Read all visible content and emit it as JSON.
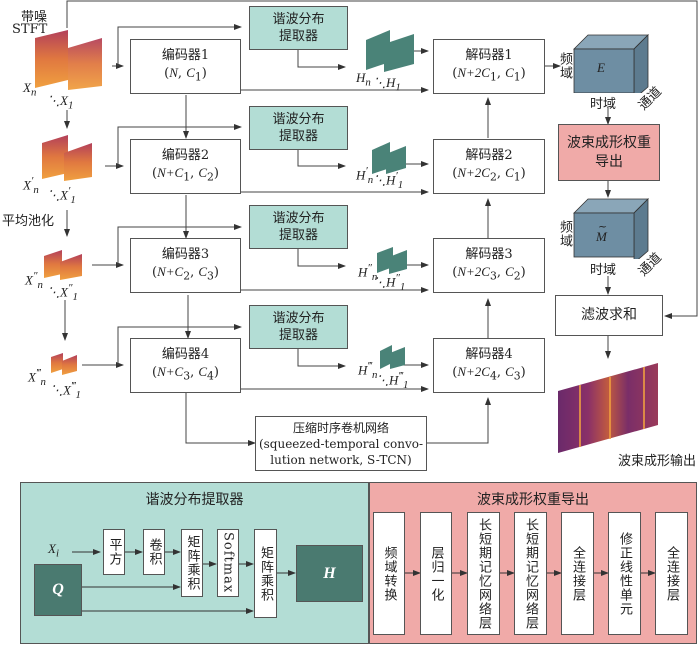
{
  "input": {
    "title_line1": "带噪",
    "title_line2": "STFT",
    "pooling_label": "平均池化"
  },
  "inputs_levels": [
    {
      "first": "X",
      "first_sub": "n",
      "first_sup": "",
      "last": "X",
      "last_sub": "1",
      "last_sup": ""
    },
    {
      "first": "X",
      "first_sub": "n",
      "first_sup": "′",
      "last": "X",
      "last_sub": "1",
      "last_sup": "′"
    },
    {
      "first": "X",
      "first_sub": "n",
      "first_sup": "″",
      "last": "X",
      "last_sub": "1",
      "last_sup": "″"
    },
    {
      "first": "X",
      "first_sub": "n",
      "first_sup": "‴",
      "last": "X",
      "last_sub": "1",
      "last_sup": "‴"
    }
  ],
  "encoders": [
    {
      "title": "编码器1",
      "params": "(N, C1)",
      "p1": "N",
      "p2": "C",
      "p2sub": "1",
      "extra": ""
    },
    {
      "title": "编码器2",
      "p1": "N+C",
      "p1sub": "1",
      "p2": "C",
      "p2sub": "2"
    },
    {
      "title": "编码器3",
      "p1": "N+C",
      "p1sub": "2",
      "p2": "C",
      "p2sub": "3"
    },
    {
      "title": "编码器4",
      "p1": "N+C",
      "p1sub": "3",
      "p2": "C",
      "p2sub": "4"
    }
  ],
  "extractors": [
    {
      "line1": "谐波分布",
      "line2": "提取器"
    },
    {
      "line1": "谐波分布",
      "line2": "提取器"
    },
    {
      "line1": "谐波分布",
      "line2": "提取器"
    },
    {
      "line1": "谐波分布",
      "line2": "提取器"
    }
  ],
  "harmonics": [
    {
      "first": "H",
      "first_sub": "n",
      "first_sup": "",
      "last": "H",
      "last_sub": "1",
      "last_sup": ""
    },
    {
      "first": "H",
      "first_sub": "n",
      "first_sup": "′",
      "last": "H",
      "last_sub": "1",
      "last_sup": "′"
    },
    {
      "first": "H",
      "first_sub": "n",
      "first_sup": "″",
      "last": "H",
      "last_sub": "1",
      "last_sup": "″"
    },
    {
      "first": "H",
      "first_sub": "n",
      "first_sup": "‴",
      "last": "H",
      "last_sub": "1",
      "last_sup": "‴"
    }
  ],
  "decoders": [
    {
      "title": "解码器1",
      "p1": "N+2C",
      "p1sub": "1",
      "p2": "C",
      "p2sub": "1"
    },
    {
      "title": "解码器2",
      "p1": "N+2C",
      "p1sub": "2",
      "p2": "C",
      "p2sub": "1"
    },
    {
      "title": "解码器3",
      "p1": "N+2C",
      "p1sub": "3",
      "p2": "C",
      "p2sub": "2"
    },
    {
      "title": "解码器4",
      "p1": "N+2C",
      "p1sub": "4",
      "p2": "C",
      "p2sub": "3"
    }
  ],
  "stcn": {
    "line1": "压缩时序卷机网络",
    "line2": "(squeezed-temporal convo-",
    "line3": "lution network, S-TCN)"
  },
  "cube_e": {
    "symbol": "E",
    "freq": "频域",
    "time": "时域",
    "channel": "通道"
  },
  "cube_m": {
    "symbol": "M",
    "accent": "~",
    "freq": "频域",
    "time": "时域",
    "channel": "通道"
  },
  "beam_weight": {
    "line1": "波束成形权重",
    "line2": "导出"
  },
  "filter_sum": "滤波求和",
  "output_label": "波束成形输出",
  "harmonic_panel": {
    "title": "谐波分布提取器",
    "input": "X",
    "input_sub": "i",
    "q_label": "Q",
    "h_label": "H",
    "steps": [
      "平方",
      "卷积",
      "矩阵乘积",
      "Softmax",
      "矩阵乘积"
    ]
  },
  "beam_panel": {
    "title": "波束成形权重导出",
    "steps": [
      "频域转换",
      "层归一化",
      "长短期记忆网络层",
      "长短期记忆网络层",
      "全连接层",
      "修正线性单元",
      "全连接层"
    ]
  },
  "colors": {
    "teal_box": "#b3ddd5",
    "dark_teal": "#4a7a70",
    "pink": "#f0aaa8",
    "cube": "#6e8ea3",
    "line": "#444444"
  }
}
